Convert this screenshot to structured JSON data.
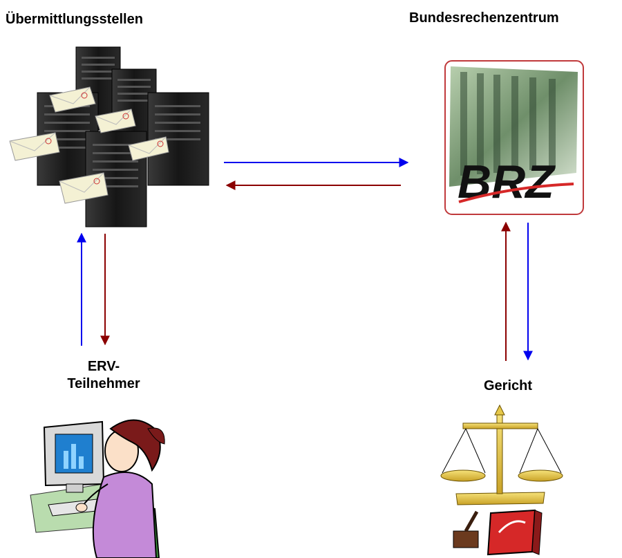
{
  "nodes": {
    "uebermittlungsstellen": {
      "label": "Übermittlungsstellen",
      "icon": "server-rack-icon"
    },
    "bundesrechenzentrum": {
      "label": "Bundesrechenzentrum",
      "icon": "brz-logo-icon",
      "logo_text": "BRZ"
    },
    "erv_teilnehmer": {
      "label_line1": "ERV-",
      "label_line2": "Teilnehmer",
      "icon": "person-at-computer-icon"
    },
    "gericht": {
      "label": "Gericht",
      "icon": "scales-of-justice-icon"
    }
  },
  "colors": {
    "outgoing_arrow": "#0000ee",
    "incoming_arrow": "#8b0000",
    "brz_frame": "#c0393b",
    "server_body": "#1c1c1c"
  }
}
